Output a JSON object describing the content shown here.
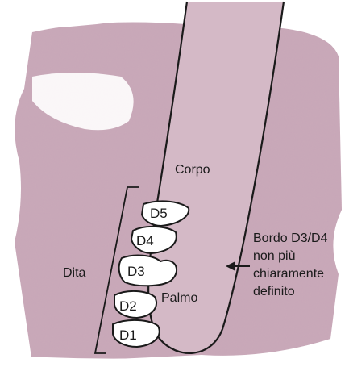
{
  "labels": {
    "corpo": "Corpo",
    "dita": "Dita",
    "palmo": "Palmo",
    "bordo": [
      "Bordo D3/D4",
      "non più",
      "chiaramente",
      "definito"
    ]
  },
  "digits": [
    "D5",
    "D4",
    "D3",
    "D2",
    "D1"
  ],
  "colors": {
    "background": "#ffffff",
    "tissue": "#c9a9b8",
    "tissue_dark": "#b38ea3",
    "line": "#1a1a1a",
    "digit_fill": "#ffffff"
  }
}
